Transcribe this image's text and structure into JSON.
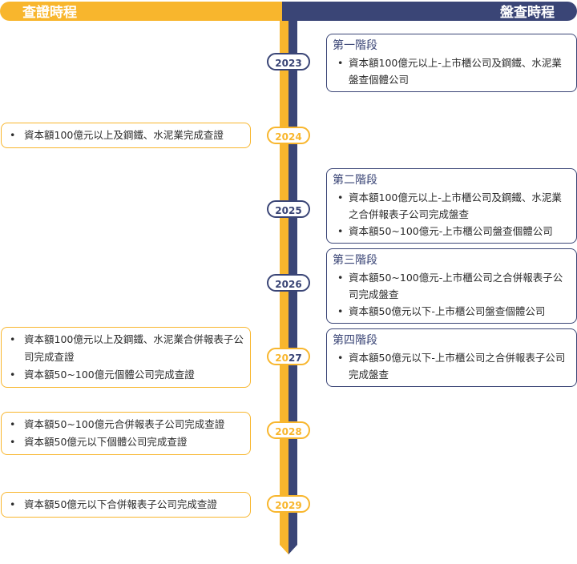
{
  "headers": {
    "left": "查證時程",
    "right": "盤查時程"
  },
  "years": [
    "2023",
    "2024",
    "2025",
    "2026",
    "2027",
    "2028",
    "2029"
  ],
  "year_2027": {
    "start": "20",
    "end": "27"
  },
  "colors": {
    "gold": "#f8b62d",
    "navy": "#3a4576"
  },
  "verification": [
    {
      "year": "2024",
      "items": [
        "資本額100億元以上及鋼鐵、水泥業完成查證"
      ]
    },
    {
      "year": "2027",
      "items": [
        "資本額100億元以上及鋼鐵、水泥業合併報表子公司完成查證",
        "資本額50~100億元個體公司完成查證"
      ]
    },
    {
      "year": "2028",
      "items": [
        "資本額50~100億元合併報表子公司完成查證",
        "資本額50億元以下個體公司完成查證"
      ]
    },
    {
      "year": "2029",
      "items": [
        "資本額50億元以下合併報表子公司完成查證"
      ]
    }
  ],
  "inventory": [
    {
      "stage": "第一階段",
      "items": [
        "資本額100億元以上-上市櫃公司及鋼鐵、水泥業盤查個體公司"
      ]
    },
    {
      "stage": "第二階段",
      "items": [
        "資本額100億元以上-上市櫃公司及鋼鐵、水泥業之合併報表子公司完成盤查",
        "資本額50~100億元-上市櫃公司盤查個體公司"
      ]
    },
    {
      "stage": "第三階段",
      "items": [
        "資本額50~100億元-上市櫃公司之合併報表子公司完成盤查",
        "資本額50億元以下-上市櫃公司盤查個體公司"
      ]
    },
    {
      "stage": "第四階段",
      "items": [
        "資本額50億元以下-上市櫃公司之合併報表子公司完成盤查"
      ]
    }
  ]
}
